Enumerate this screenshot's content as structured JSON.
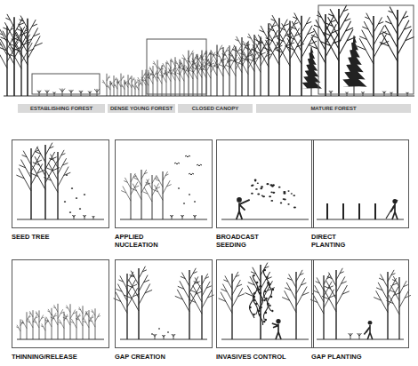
{
  "diagram": {
    "nodes": [
      {
        "text": [
          "ESTABLISHING FOREST"
        ]
      },
      {
        "text": [
          "DENSE YOUNG FOREST"
        ]
      },
      {
        "text": [
          "CLOSED CANOPY"
        ]
      },
      {
        "text": [
          "MATURE FOREST"
        ]
      },
      {
        "text": [
          "SEED TREE"
        ]
      },
      {
        "text": [
          "APPLIED NUCLEATION"
        ]
      },
      {
        "text": [
          "BROADCAST SEEDING"
        ]
      },
      {
        "text": [
          "DIRECT PLANTING"
        ]
      },
      {
        "text": [
          "THINNING/RELEASE"
        ]
      },
      {
        "text": [
          "GAP CREATION"
        ]
      },
      {
        "text": [
          "INVASIVES CONTROL"
        ]
      },
      {
        "text": [
          "GAP PLANTING"
        ]
      }
    ]
  }
}
